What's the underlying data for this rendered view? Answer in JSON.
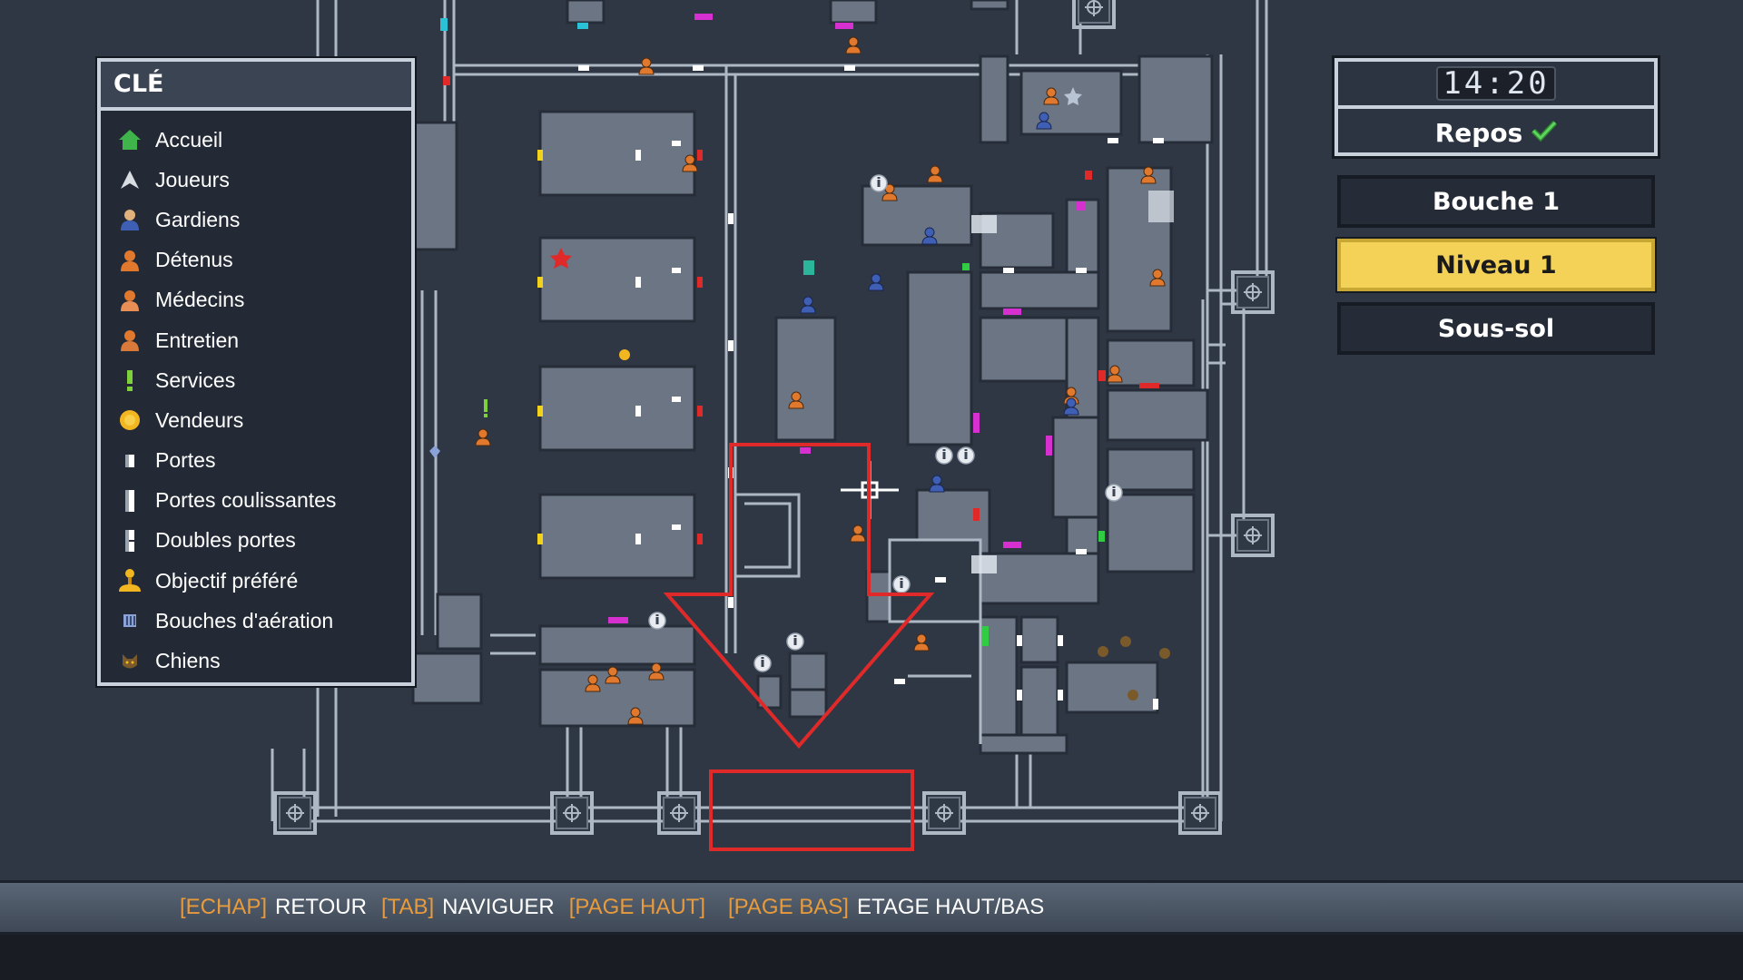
{
  "legend": {
    "title": "CLÉ",
    "items": [
      {
        "label": "Accueil",
        "icon": "home-icon",
        "color": "#3fb44a"
      },
      {
        "label": "Joueurs",
        "icon": "player-icon",
        "color": "#d9dde3"
      },
      {
        "label": "Gardiens",
        "icon": "guard-icon",
        "color": "#3f5fb5"
      },
      {
        "label": "Détenus",
        "icon": "inmate-icon",
        "color": "#e0782e"
      },
      {
        "label": "Médecins",
        "icon": "doctor-icon",
        "color": "#e0782e"
      },
      {
        "label": "Entretien",
        "icon": "maintenance-icon",
        "color": "#e0782e"
      },
      {
        "label": "Services",
        "icon": "exclamation-icon",
        "color": "#7fd13b"
      },
      {
        "label": "Vendeurs",
        "icon": "coin-icon",
        "color": "#f2b720"
      },
      {
        "label": "Portes",
        "icon": "door-icon",
        "color": "#ffffff"
      },
      {
        "label": "Portes coulissantes",
        "icon": "sliding-door-icon",
        "color": "#ffffff"
      },
      {
        "label": "Doubles portes",
        "icon": "double-door-icon",
        "color": "#ffffff"
      },
      {
        "label": "Objectif préféré",
        "icon": "joystick-icon",
        "color": "#f2b720"
      },
      {
        "label": "Bouches d'aération",
        "icon": "vent-icon",
        "color": "#8aa2d8"
      },
      {
        "label": "Chiens",
        "icon": "dog-icon",
        "color": "#7a5a2a"
      }
    ]
  },
  "hud": {
    "clock": "14:20",
    "routine": "Repos",
    "routine_icon": "checkmark-icon",
    "floors": [
      {
        "label": "Bouche 1",
        "active": false
      },
      {
        "label": "Niveau 1",
        "active": true
      },
      {
        "label": "Sous-sol",
        "active": false
      }
    ]
  },
  "controls": [
    {
      "key": "[ECHAP]",
      "action": "RETOUR"
    },
    {
      "key": "[TAB]",
      "action": "NAVIGUER"
    },
    {
      "key": "[PAGE HAUT]",
      "action": ""
    },
    {
      "key": "[PAGE BAS]",
      "action": "ETAGE HAUT/BAS"
    }
  ],
  "colors": {
    "background": "#2f3845",
    "room": "#6b7584",
    "wall_pipe": "#c9d1dc",
    "highlight": "#f3d257",
    "marker_red": "#e02a2a",
    "key_orange": "#e79b3c"
  }
}
